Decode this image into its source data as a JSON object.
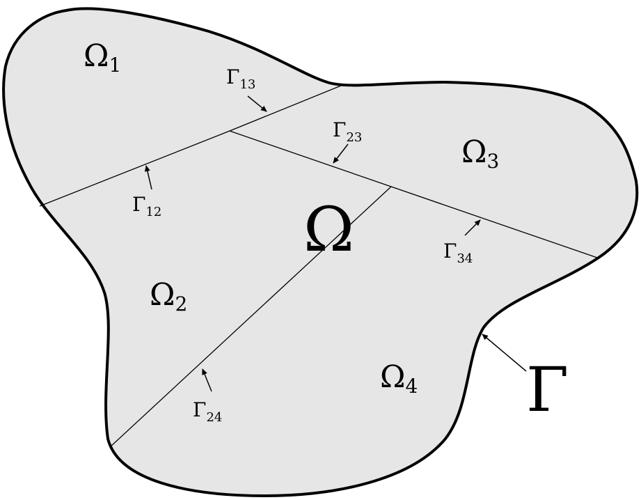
{
  "domain_symbol": {
    "base": "Ω"
  },
  "boundary_symbol": {
    "base": "Γ"
  },
  "subdomains": [
    {
      "id": "omega-1",
      "base": "Ω",
      "sub": "1"
    },
    {
      "id": "omega-2",
      "base": "Ω",
      "sub": "2"
    },
    {
      "id": "omega-3",
      "base": "Ω",
      "sub": "3"
    },
    {
      "id": "omega-4",
      "base": "Ω",
      "sub": "4"
    }
  ],
  "interfaces": [
    {
      "id": "gamma-13",
      "base": "Γ",
      "sub": "13"
    },
    {
      "id": "gamma-23",
      "base": "Γ",
      "sub": "23"
    },
    {
      "id": "gamma-12",
      "base": "Γ",
      "sub": "12"
    },
    {
      "id": "gamma-34",
      "base": "Γ",
      "sub": "34"
    },
    {
      "id": "gamma-24",
      "base": "Γ",
      "sub": "24"
    }
  ],
  "colors": {
    "fill": "#e6e6e6",
    "stroke": "#000000",
    "background": "#ffffff"
  }
}
